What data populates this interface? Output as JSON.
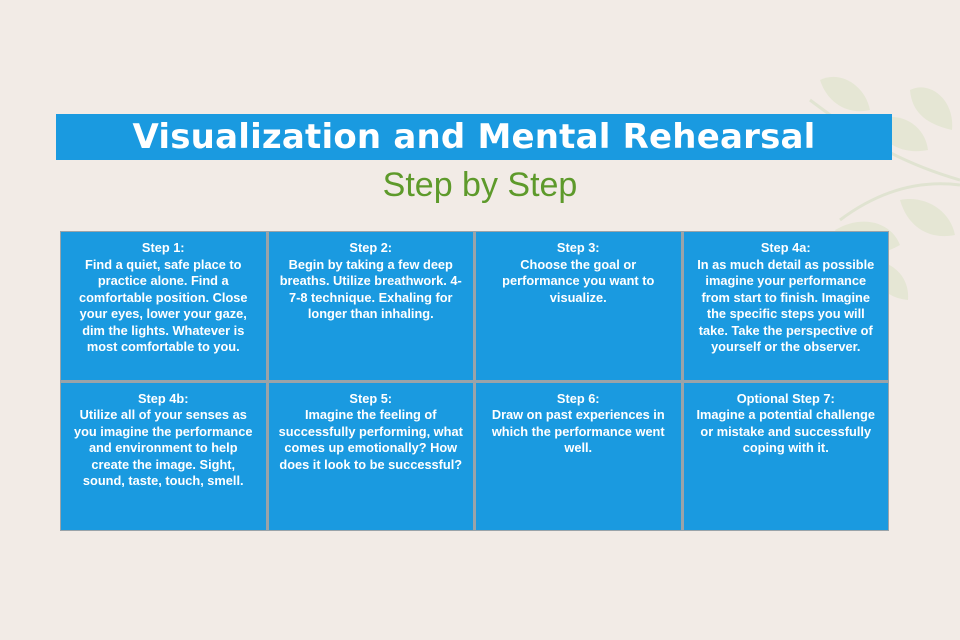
{
  "title": "Visualization and Mental Rehearsal",
  "subtitle": "Step by Step",
  "colors": {
    "background": "#f2ebe6",
    "accent": "#1a9ae0",
    "subtitle": "#5e9a2b"
  },
  "steps": [
    {
      "label": "Step 1:",
      "text": "Find a quiet, safe place to practice alone. Find a comfortable position. Close your eyes, lower your gaze, dim the lights. Whatever is most comfortable to you."
    },
    {
      "label": "Step 2:",
      "text": "Begin by taking a few deep breaths. Utilize breathwork. 4-7-8 technique. Exhaling for longer than inhaling."
    },
    {
      "label": "Step 3:",
      "text": "Choose the goal or performance you want to visualize."
    },
    {
      "label": "Step 4a:",
      "text": "In as much detail as possible imagine your performance from start to finish. Imagine the specific steps you will take. Take the perspective of yourself or the observer."
    },
    {
      "label": "Step 4b:",
      "text": "Utilize all of your senses as you imagine the performance and environment to help create the image. Sight, sound, taste, touch, smell."
    },
    {
      "label": "Step 5:",
      "text": "Imagine the feeling of successfully performing, what comes up emotionally? How does it look to be successful?"
    },
    {
      "label": "Step 6:",
      "text": "Draw on past experiences in which the performance went well."
    },
    {
      "label": "Optional Step 7:",
      "text": "Imagine a potential challenge or mistake and successfully coping with it."
    }
  ]
}
